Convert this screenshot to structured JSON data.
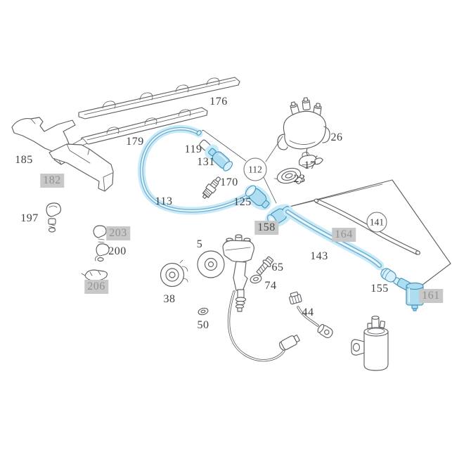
{
  "colors": {
    "background": "#ffffff",
    "line": "#5d6064",
    "highlight_fill": "#aedcf1",
    "highlight_stroke": "#4496be",
    "highlight_glow": "#c9eaf7",
    "label_text": "#3e4143",
    "label_hl_bg": "#c8c8c8",
    "label_hl_text": "#8f9193"
  },
  "labels": {
    "n176": {
      "text": "176",
      "highlighted": false
    },
    "n179": {
      "text": "179",
      "highlighted": false
    },
    "n185": {
      "text": "185",
      "highlighted": false
    },
    "n182": {
      "text": "182",
      "highlighted": true
    },
    "n197": {
      "text": "197",
      "highlighted": false
    },
    "n203": {
      "text": "203",
      "highlighted": true
    },
    "n200": {
      "text": "200",
      "highlighted": false
    },
    "n206": {
      "text": "206",
      "highlighted": true
    },
    "n38": {
      "text": "38",
      "highlighted": false
    },
    "n5": {
      "text": "5",
      "highlighted": false
    },
    "n50": {
      "text": "50",
      "highlighted": false
    },
    "n113": {
      "text": "113",
      "highlighted": false
    },
    "n119": {
      "text": "119",
      "highlighted": false
    },
    "n131": {
      "text": "131",
      "highlighted": false
    },
    "n170": {
      "text": "170",
      "highlighted": false
    },
    "n125": {
      "text": "125",
      "highlighted": false
    },
    "n26": {
      "text": "26",
      "highlighted": false
    },
    "n17": {
      "text": "17",
      "highlighted": false
    },
    "n23": {
      "text": "23",
      "highlighted": false
    },
    "n158": {
      "text": "158",
      "highlighted": true
    },
    "n164": {
      "text": "164",
      "highlighted": true
    },
    "n143": {
      "text": "143",
      "highlighted": false
    },
    "n155": {
      "text": "155",
      "highlighted": false
    },
    "n161": {
      "text": "161",
      "highlighted": true
    },
    "n65": {
      "text": "65",
      "highlighted": false
    },
    "n74": {
      "text": "74",
      "highlighted": false
    },
    "n44": {
      "text": "44",
      "highlighted": false
    }
  },
  "callouts": {
    "c112": {
      "text": "112"
    },
    "c141": {
      "text": "141"
    }
  }
}
